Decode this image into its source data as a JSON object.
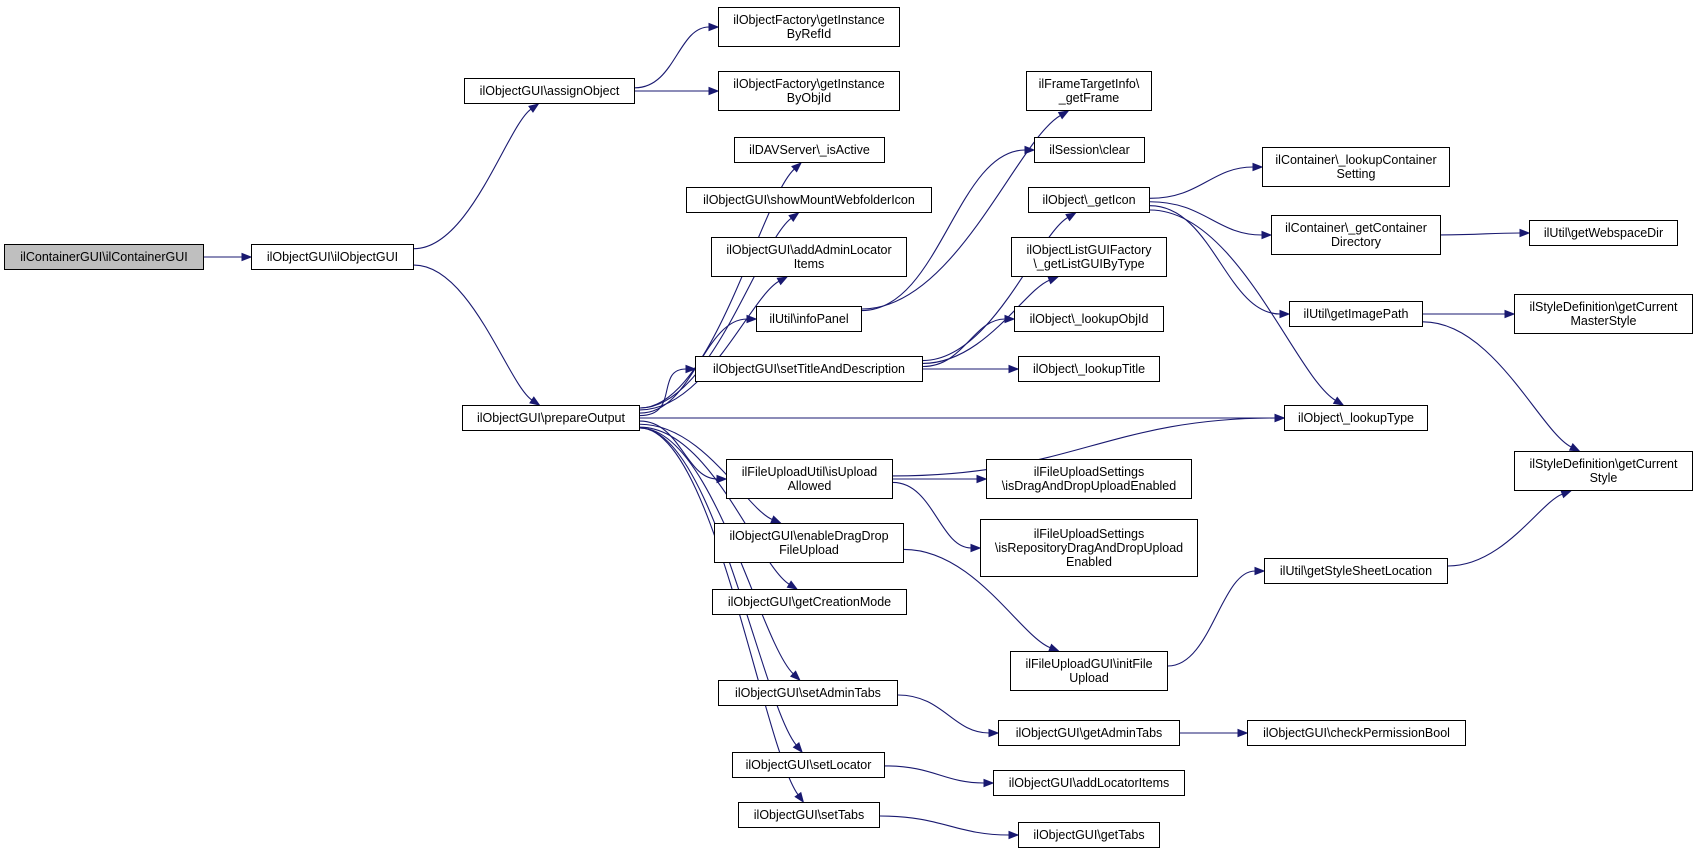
{
  "nodes": [
    {
      "id": "n0",
      "label": "ilContainerGUI\\ilContainerGUI",
      "root": true
    },
    {
      "id": "n1",
      "label": "ilObjectGUI\\ilObjectGUI"
    },
    {
      "id": "n2",
      "label": "ilObjectGUI\\assignObject"
    },
    {
      "id": "n3",
      "label": "ilObjectGUI\\prepareOutput"
    },
    {
      "id": "n4",
      "label": "ilObjectFactory\\getInstance\nByRefId"
    },
    {
      "id": "n5",
      "label": "ilObjectFactory\\getInstance\nByObjId"
    },
    {
      "id": "n6",
      "label": "ilDAVServer\\_isActive"
    },
    {
      "id": "n7",
      "label": "ilObjectGUI\\showMountWebfolderIcon"
    },
    {
      "id": "n8",
      "label": "ilObjectGUI\\addAdminLocator\nItems"
    },
    {
      "id": "n9",
      "label": "ilUtil\\infoPanel"
    },
    {
      "id": "n10",
      "label": "ilObjectGUI\\setTitleAndDescription"
    },
    {
      "id": "n11",
      "label": "ilFileUploadUtil\\isUpload\nAllowed"
    },
    {
      "id": "n12",
      "label": "ilObjectGUI\\enableDragDrop\nFileUpload"
    },
    {
      "id": "n13",
      "label": "ilObjectGUI\\getCreationMode"
    },
    {
      "id": "n14",
      "label": "ilObjectGUI\\setAdminTabs"
    },
    {
      "id": "n15",
      "label": "ilObjectGUI\\setLocator"
    },
    {
      "id": "n16",
      "label": "ilObjectGUI\\setTabs"
    },
    {
      "id": "n17",
      "label": "ilFrameTargetInfo\\\n_getFrame"
    },
    {
      "id": "n18",
      "label": "ilSession\\clear"
    },
    {
      "id": "n19",
      "label": "ilObject\\_getIcon"
    },
    {
      "id": "n20",
      "label": "ilObjectListGUIFactory\n\\_getListGUIByType"
    },
    {
      "id": "n21",
      "label": "ilObject\\_lookupObjId"
    },
    {
      "id": "n22",
      "label": "ilObject\\_lookupTitle"
    },
    {
      "id": "n23",
      "label": "ilFileUploadSettings\n\\isDragAndDropUploadEnabled"
    },
    {
      "id": "n24",
      "label": "ilFileUploadSettings\n\\isRepositoryDragAndDropUpload\nEnabled"
    },
    {
      "id": "n25",
      "label": "ilFileUploadGUI\\initFile\nUpload"
    },
    {
      "id": "n26",
      "label": "ilObjectGUI\\getAdminTabs"
    },
    {
      "id": "n27",
      "label": "ilObjectGUI\\addLocatorItems"
    },
    {
      "id": "n28",
      "label": "ilObjectGUI\\getTabs"
    },
    {
      "id": "n29",
      "label": "ilContainer\\_lookupContainer\nSetting"
    },
    {
      "id": "n30",
      "label": "ilContainer\\_getContainer\nDirectory"
    },
    {
      "id": "n31",
      "label": "ilUtil\\getImagePath"
    },
    {
      "id": "n32",
      "label": "ilObject\\_lookupType"
    },
    {
      "id": "n33",
      "label": "ilUtil\\getStyleSheetLocation"
    },
    {
      "id": "n34",
      "label": "ilObjectGUI\\checkPermissionBool"
    },
    {
      "id": "n35",
      "label": "ilUtil\\getWebspaceDir"
    },
    {
      "id": "n36",
      "label": "ilStyleDefinition\\getCurrent\nMasterStyle"
    },
    {
      "id": "n37",
      "label": "ilStyleDefinition\\getCurrent\nStyle"
    }
  ],
  "edges": [
    {
      "from": "n0",
      "to": "n1"
    },
    {
      "from": "n1",
      "to": "n2"
    },
    {
      "from": "n1",
      "to": "n3"
    },
    {
      "from": "n2",
      "to": "n4"
    },
    {
      "from": "n2",
      "to": "n5"
    },
    {
      "from": "n3",
      "to": "n6"
    },
    {
      "from": "n3",
      "to": "n7"
    },
    {
      "from": "n3",
      "to": "n8"
    },
    {
      "from": "n3",
      "to": "n9"
    },
    {
      "from": "n3",
      "to": "n10"
    },
    {
      "from": "n3",
      "to": "n11"
    },
    {
      "from": "n3",
      "to": "n12"
    },
    {
      "from": "n3",
      "to": "n13"
    },
    {
      "from": "n3",
      "to": "n14"
    },
    {
      "from": "n3",
      "to": "n15"
    },
    {
      "from": "n3",
      "to": "n16"
    },
    {
      "from": "n3",
      "to": "n32"
    },
    {
      "from": "n9",
      "to": "n17"
    },
    {
      "from": "n9",
      "to": "n18"
    },
    {
      "from": "n10",
      "to": "n19"
    },
    {
      "from": "n10",
      "to": "n20"
    },
    {
      "from": "n10",
      "to": "n21"
    },
    {
      "from": "n10",
      "to": "n22"
    },
    {
      "from": "n11",
      "to": "n23"
    },
    {
      "from": "n11",
      "to": "n24"
    },
    {
      "from": "n11",
      "to": "n32"
    },
    {
      "from": "n12",
      "to": "n25"
    },
    {
      "from": "n14",
      "to": "n26"
    },
    {
      "from": "n15",
      "to": "n27"
    },
    {
      "from": "n16",
      "to": "n28"
    },
    {
      "from": "n19",
      "to": "n29"
    },
    {
      "from": "n19",
      "to": "n30"
    },
    {
      "from": "n19",
      "to": "n31"
    },
    {
      "from": "n19",
      "to": "n32"
    },
    {
      "from": "n25",
      "to": "n33"
    },
    {
      "from": "n26",
      "to": "n34"
    },
    {
      "from": "n30",
      "to": "n35"
    },
    {
      "from": "n31",
      "to": "n36"
    },
    {
      "from": "n31",
      "to": "n37"
    },
    {
      "from": "n33",
      "to": "n37"
    }
  ]
}
